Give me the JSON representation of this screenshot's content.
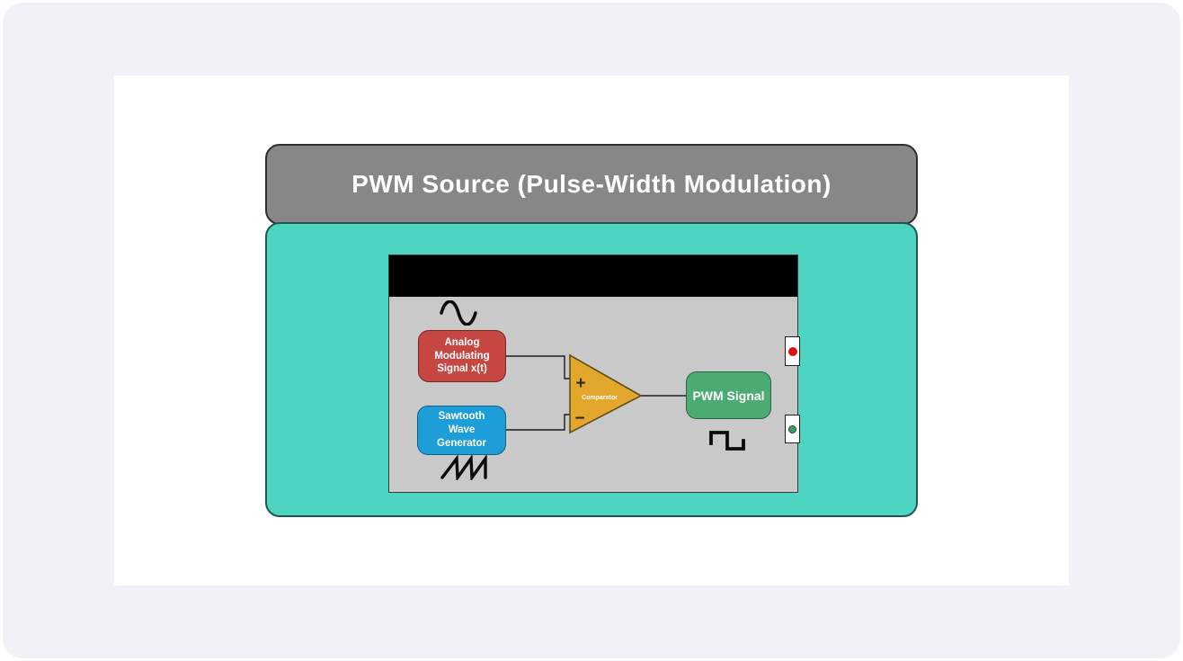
{
  "page": {
    "background_color": "#f1f2f7",
    "card_color": "#ffffff"
  },
  "diagram": {
    "title": "PWM Source (Pulse-Width Modulation)",
    "colors": {
      "header_bg": "#878787",
      "title_text": "#ffffff",
      "body_bg": "#4ed5c1",
      "panel_bg": "#c9c9c9",
      "panel_header_bar": "#000000",
      "wire": "#1a1a1a"
    },
    "blocks": {
      "analog": {
        "label": "Analog\nModulating\nSignal x(t)",
        "fill": "#c64742",
        "border": "#7c2420",
        "icon": "sine-wave-icon"
      },
      "sawtooth": {
        "label": "Sawtooth\nWave\nGenerator",
        "fill": "#1d9ed8",
        "border": "#0f5f86",
        "icon": "sawtooth-wave-icon"
      },
      "comparator": {
        "label": "Comparator",
        "plus_label": "+",
        "minus_label": "−",
        "fill": "#e4a72d",
        "border": "#5f4d17"
      },
      "pwm": {
        "label": "PWM Signal",
        "fill": "#4cab73",
        "border": "#27653f",
        "icon": "square-wave-icon"
      }
    },
    "ports": {
      "top": {
        "dot_color": "#dd1111"
      },
      "bottom": {
        "dot_color": "#3f9e63"
      }
    }
  }
}
